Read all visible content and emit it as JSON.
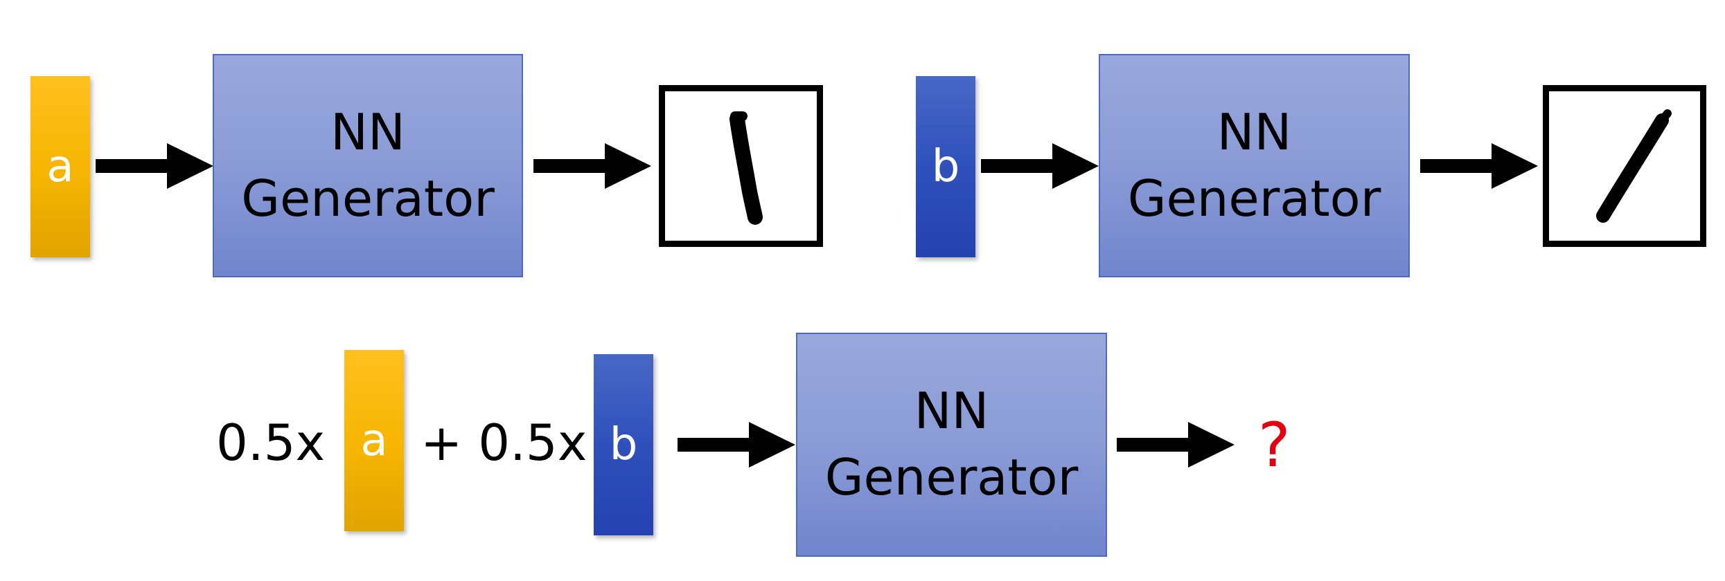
{
  "top_left": {
    "input_vector": "a",
    "generator": {
      "line1": "NN",
      "line2": "Generator"
    }
  },
  "top_right": {
    "input_vector": "b",
    "generator": {
      "line1": "NN",
      "line2": "Generator"
    }
  },
  "bottom": {
    "coef_a": "0.5x",
    "vector_a": "a",
    "plus_coef_b": "+ 0.5x",
    "vector_b": "b",
    "generator": {
      "line1": "NN",
      "line2": "Generator"
    },
    "output": "?"
  },
  "colors": {
    "vector_a": "#f6b500",
    "vector_b": "#2f50bb",
    "generator_fill": "#8a9bd6",
    "generator_border": "#4d69c6",
    "question_mark": "#e3000f"
  },
  "icons": [
    "arrow-right-icon",
    "digit-one-image"
  ]
}
